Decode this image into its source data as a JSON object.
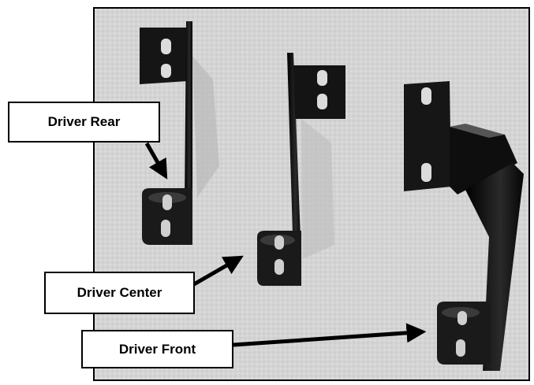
{
  "callouts": {
    "rear": "Driver Rear",
    "center": "Driver Center",
    "front": "Driver Front"
  },
  "colors": {
    "background": "#d9d9d9",
    "metal": "#111111",
    "border": "#000000",
    "label_bg": "#ffffff"
  }
}
